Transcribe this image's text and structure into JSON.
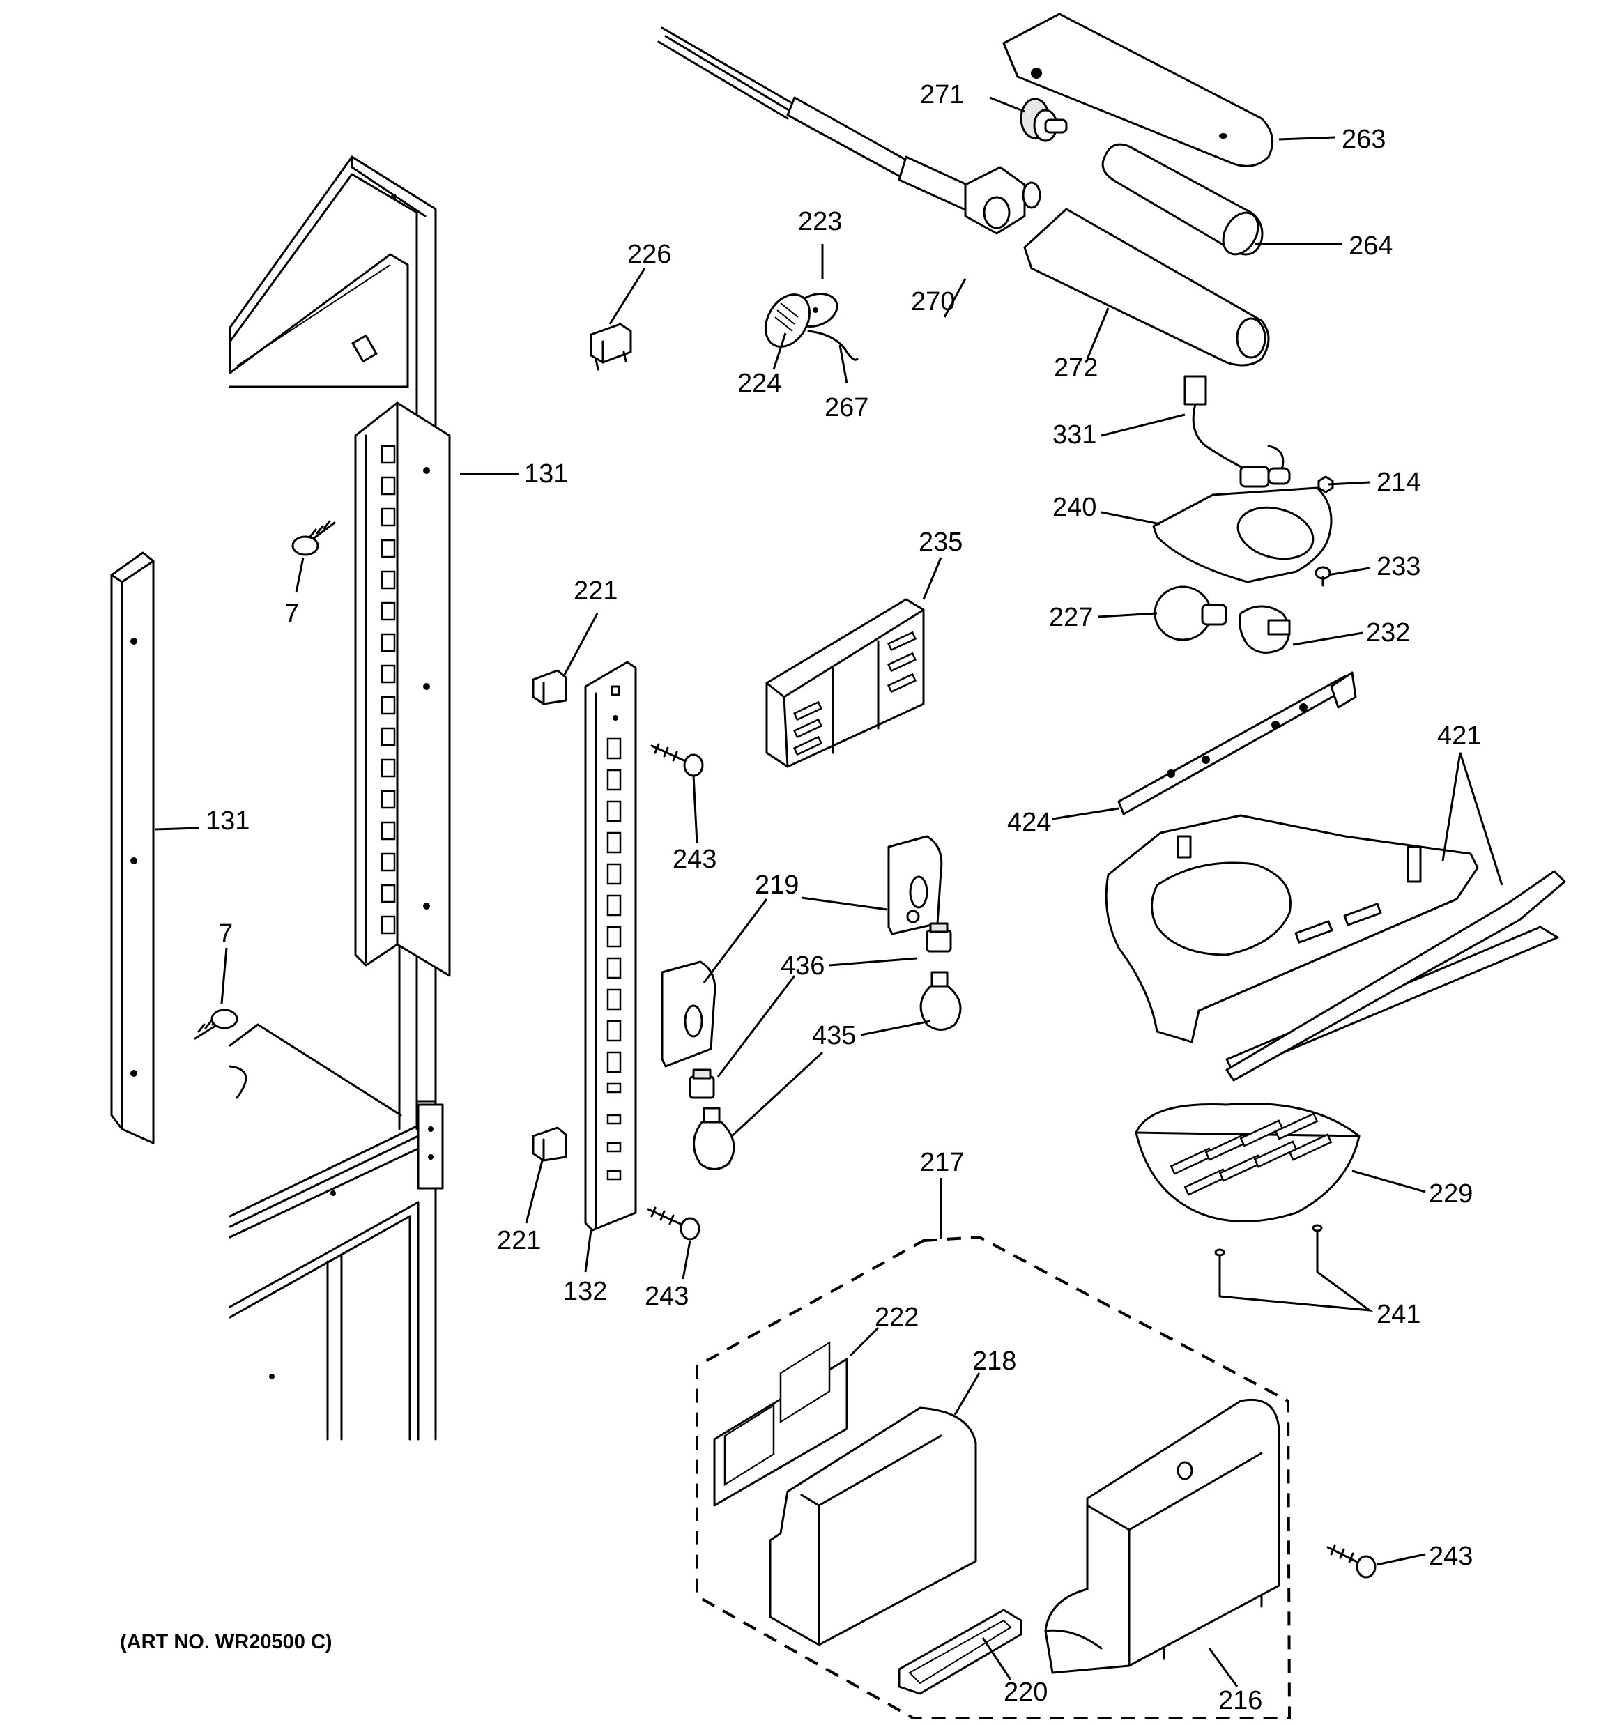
{
  "diagram": {
    "art_number": "(ART NO. WR20500 C)",
    "part_labels": [
      {
        "id": "p271",
        "text": "271"
      },
      {
        "id": "p263",
        "text": "263"
      },
      {
        "id": "p264",
        "text": "264"
      },
      {
        "id": "p223",
        "text": "223"
      },
      {
        "id": "p226",
        "text": "226"
      },
      {
        "id": "p270",
        "text": "270"
      },
      {
        "id": "p224",
        "text": "224"
      },
      {
        "id": "p267",
        "text": "267"
      },
      {
        "id": "p272",
        "text": "272"
      },
      {
        "id": "p331",
        "text": "331"
      },
      {
        "id": "p131a",
        "text": "131"
      },
      {
        "id": "p214",
        "text": "214"
      },
      {
        "id": "p240",
        "text": "240"
      },
      {
        "id": "p235",
        "text": "235"
      },
      {
        "id": "p233",
        "text": "233"
      },
      {
        "id": "p7a",
        "text": "7"
      },
      {
        "id": "p221a",
        "text": "221"
      },
      {
        "id": "p227",
        "text": "227"
      },
      {
        "id": "p232",
        "text": "232"
      },
      {
        "id": "p421",
        "text": "421"
      },
      {
        "id": "p131b",
        "text": "131"
      },
      {
        "id": "p424",
        "text": "424"
      },
      {
        "id": "p243a",
        "text": "243"
      },
      {
        "id": "p219",
        "text": "219"
      },
      {
        "id": "p7b",
        "text": "7"
      },
      {
        "id": "p436",
        "text": "436"
      },
      {
        "id": "p435",
        "text": "435"
      },
      {
        "id": "p217",
        "text": "217"
      },
      {
        "id": "p229",
        "text": "229"
      },
      {
        "id": "p221b",
        "text": "221"
      },
      {
        "id": "p132",
        "text": "132"
      },
      {
        "id": "p243b",
        "text": "243"
      },
      {
        "id": "p241",
        "text": "241"
      },
      {
        "id": "p222",
        "text": "222"
      },
      {
        "id": "p218",
        "text": "218"
      },
      {
        "id": "p243c",
        "text": "243"
      },
      {
        "id": "p220",
        "text": "220"
      },
      {
        "id": "p216",
        "text": "216"
      }
    ]
  }
}
